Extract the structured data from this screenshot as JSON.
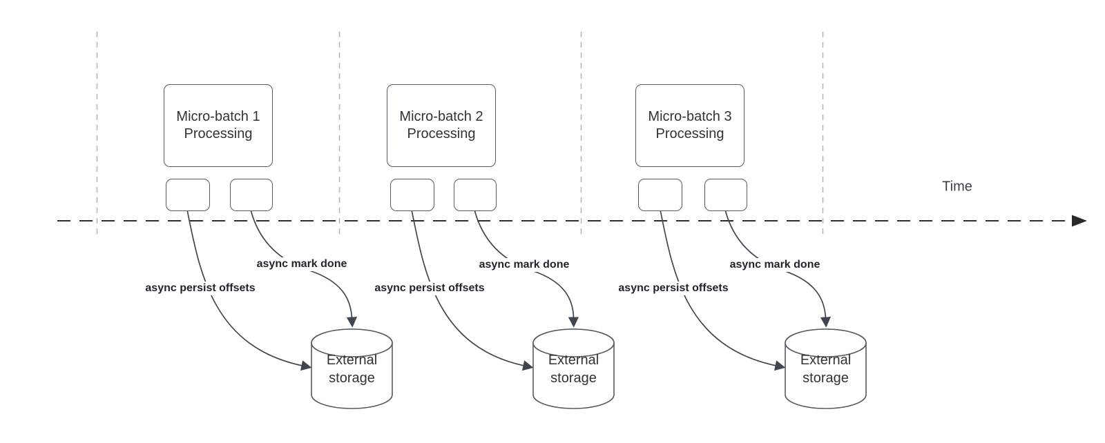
{
  "timeline": {
    "label": "Time"
  },
  "groups": [
    {
      "box_line1": "Micro-batch 1",
      "box_line2": "Processing",
      "persist_label": "async persist offsets",
      "mark_label": "async mark done",
      "storage_line1": "External",
      "storage_line2": "storage"
    },
    {
      "box_line1": "Micro-batch 2",
      "box_line2": "Processing",
      "persist_label": "async persist offsets",
      "mark_label": "async mark done",
      "storage_line1": "External",
      "storage_line2": "storage"
    },
    {
      "box_line1": "Micro-batch 3",
      "box_line2": "Processing",
      "persist_label": "async persist offsets",
      "mark_label": "async mark done",
      "storage_line1": "External",
      "storage_line2": "storage"
    }
  ],
  "colors": {
    "background": "#ffffff",
    "shape_stroke": "#545a61",
    "connector": "#3f4650",
    "timeline": "#2a2a2a",
    "gridline": "#b3b3b3",
    "label_text": "#1f242c",
    "shape_text": "#2f3337"
  }
}
